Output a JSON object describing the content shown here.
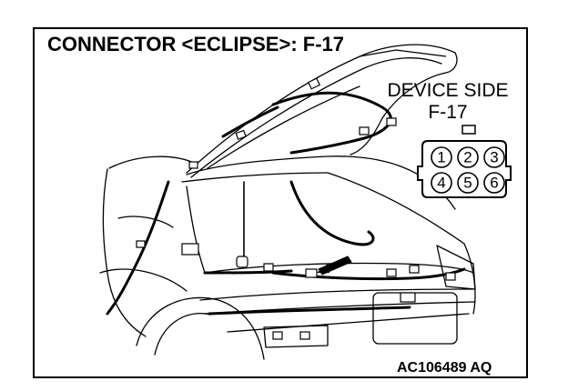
{
  "title": "CONNECTOR <ECLIPSE>: F-17",
  "device_side": {
    "label_line1": "DEVICE SIDE",
    "label_line2": "F-17",
    "pins_top": [
      "1",
      "2",
      "3"
    ],
    "pins_bottom": [
      "4",
      "5",
      "6"
    ]
  },
  "figure_code": "AC106489 AQ"
}
